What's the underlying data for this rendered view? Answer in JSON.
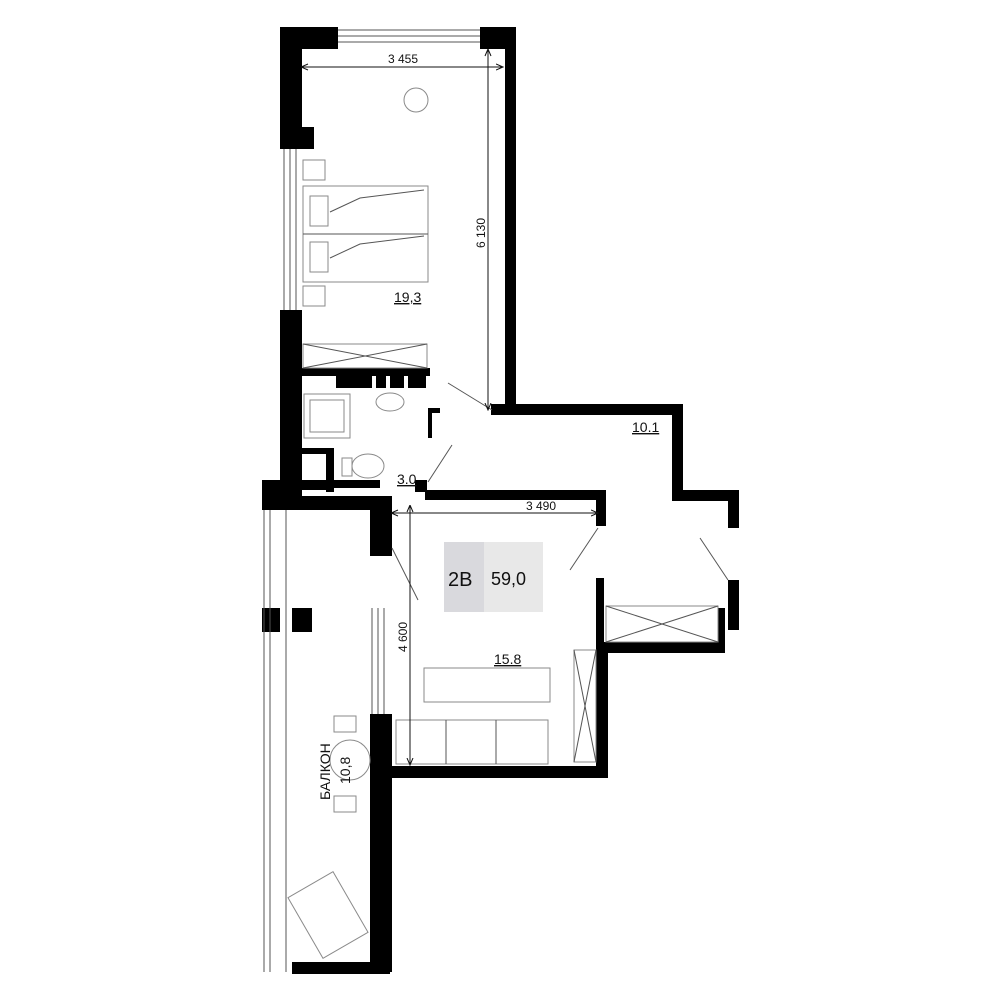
{
  "plan": {
    "apartment_type": "2В",
    "total_area": "59,0",
    "rooms": [
      {
        "id": "bedroom",
        "area": "19,3"
      },
      {
        "id": "hall",
        "area": "10.1"
      },
      {
        "id": "bathroom",
        "area": "3.0"
      },
      {
        "id": "living",
        "area": "15.8"
      },
      {
        "id": "balcony",
        "label": "БАЛКОН",
        "area": "10,8"
      }
    ],
    "dimensions": {
      "bedroom_width": "3 455",
      "bedroom_length": "6 130",
      "living_width": "3 490",
      "living_length": "4 600"
    },
    "colors": {
      "wall": "#000000",
      "badge_dark": "#d9d9dd",
      "badge_light": "#e8e8e8"
    }
  }
}
